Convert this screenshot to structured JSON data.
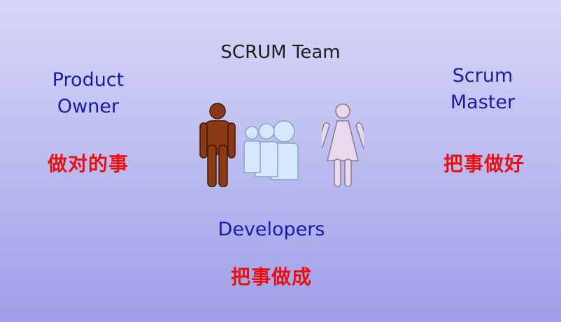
{
  "team": {
    "title": "SCRUM Team"
  },
  "product_owner": {
    "line1": "Product",
    "line2": "Owner",
    "motto": "做对的事"
  },
  "scrum_master": {
    "line1": "Scrum",
    "line2": "Master",
    "motto": "把事做好"
  },
  "developers": {
    "title": "Developers",
    "motto": "把事做成"
  },
  "colors": {
    "role_text": "#1a1aa8",
    "motto_text": "#e81010",
    "man_fill": "#8b3a14",
    "woman_fill": "#ead8ec",
    "group_fill": "#d6e8fa"
  },
  "icons": [
    "man-icon",
    "people-group-icon",
    "woman-icon"
  ]
}
